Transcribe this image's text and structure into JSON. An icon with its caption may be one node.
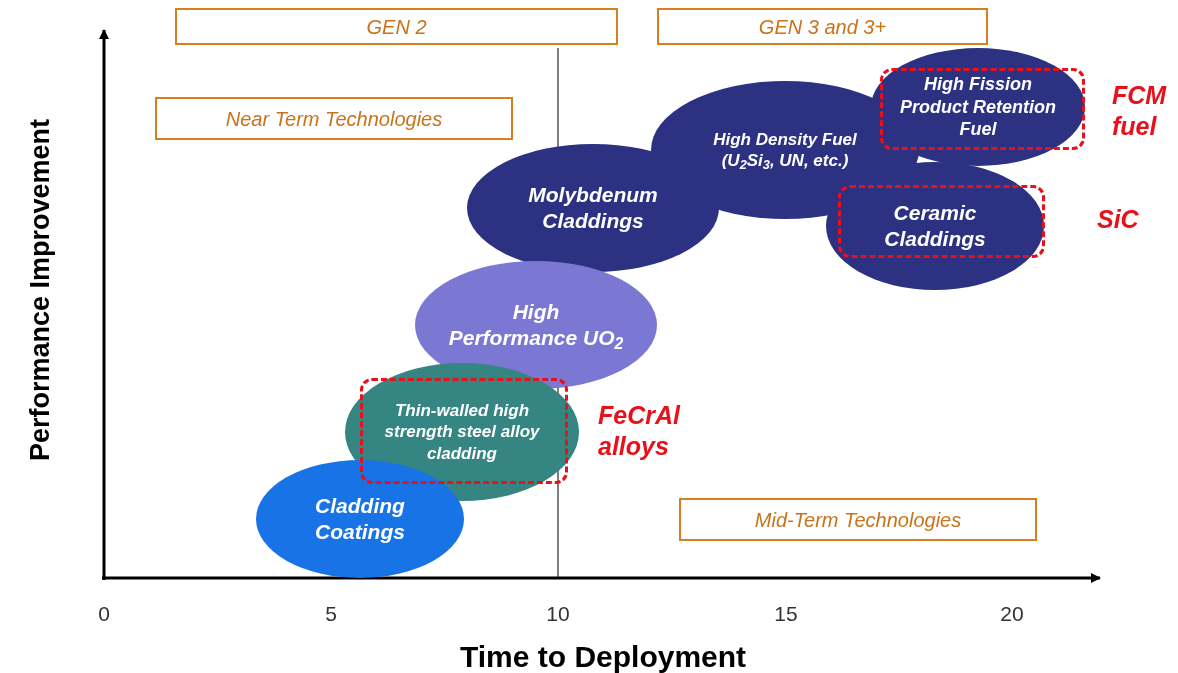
{
  "diagram": {
    "nodes": [
      {
        "text": [
          "GEN 2"
        ]
      },
      {
        "text": [
          "GEN 3 and 3+"
        ]
      },
      {
        "text": [
          "Near Term Technologies"
        ]
      },
      {
        "text": [
          "High Fission Product Retention Fuel"
        ],
        "beside": [
          "FCM fuel"
        ]
      },
      {
        "text": [
          "High Density Fuel (U$_{2}$Si$_{3}$, UN, etc.)"
        ]
      },
      {
        "text": [
          "Molybdenum Claddings"
        ]
      },
      {
        "text": [
          "Ceramic Claddings"
        ],
        "beside": [
          "SiC"
        ]
      },
      {
        "text": [
          "High Performance UO$_{2}$"
        ]
      },
      {
        "text": [
          "Thin-walled high strength steel alloy cladding"
        ],
        "beside": [
          "FeCrAl alloys"
        ]
      },
      {
        "text": [
          "Cladding Coatings"
        ]
      },
      {
        "text": [
          "Mid-Term Technologies"
        ]
      }
    ],
    "edges": [],
    "labels": [
      "Performance Improvement",
      "0",
      "5",
      "10",
      "15",
      "20",
      "Time to Deployment"
    ]
  }
}
